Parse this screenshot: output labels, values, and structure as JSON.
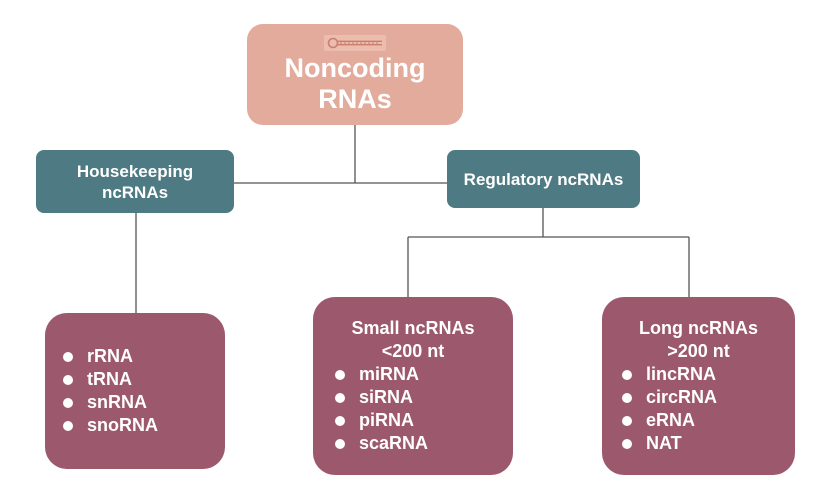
{
  "root": {
    "line1": "Noncoding",
    "line2": "RNAs"
  },
  "categories": {
    "housekeeping": {
      "line1": "Housekeeping",
      "line2": "ncRNAs"
    },
    "regulatory": {
      "label": "Regulatory ncRNAs"
    }
  },
  "leaves": {
    "housekeeping": {
      "items": [
        "rRNA",
        "tRNA",
        "snRNA",
        "snoRNA"
      ]
    },
    "small": {
      "title1": "Small ncRNAs",
      "title2": "<200 nt",
      "items": [
        "miRNA",
        "siRNA",
        "piRNA",
        "scaRNA"
      ]
    },
    "long": {
      "title1": "Long ncRNAs",
      "title2": ">200 nt",
      "items": [
        "lincRNA",
        "circRNA",
        "eRNA",
        "NAT"
      ]
    }
  },
  "colors": {
    "root": "#e3ab9b",
    "category": "#4e7b83",
    "leaf": "#9c586d",
    "connector": "#555555"
  },
  "icons": {
    "root": "rna-hairpin-icon",
    "bullet": "bullet-dot-icon"
  }
}
